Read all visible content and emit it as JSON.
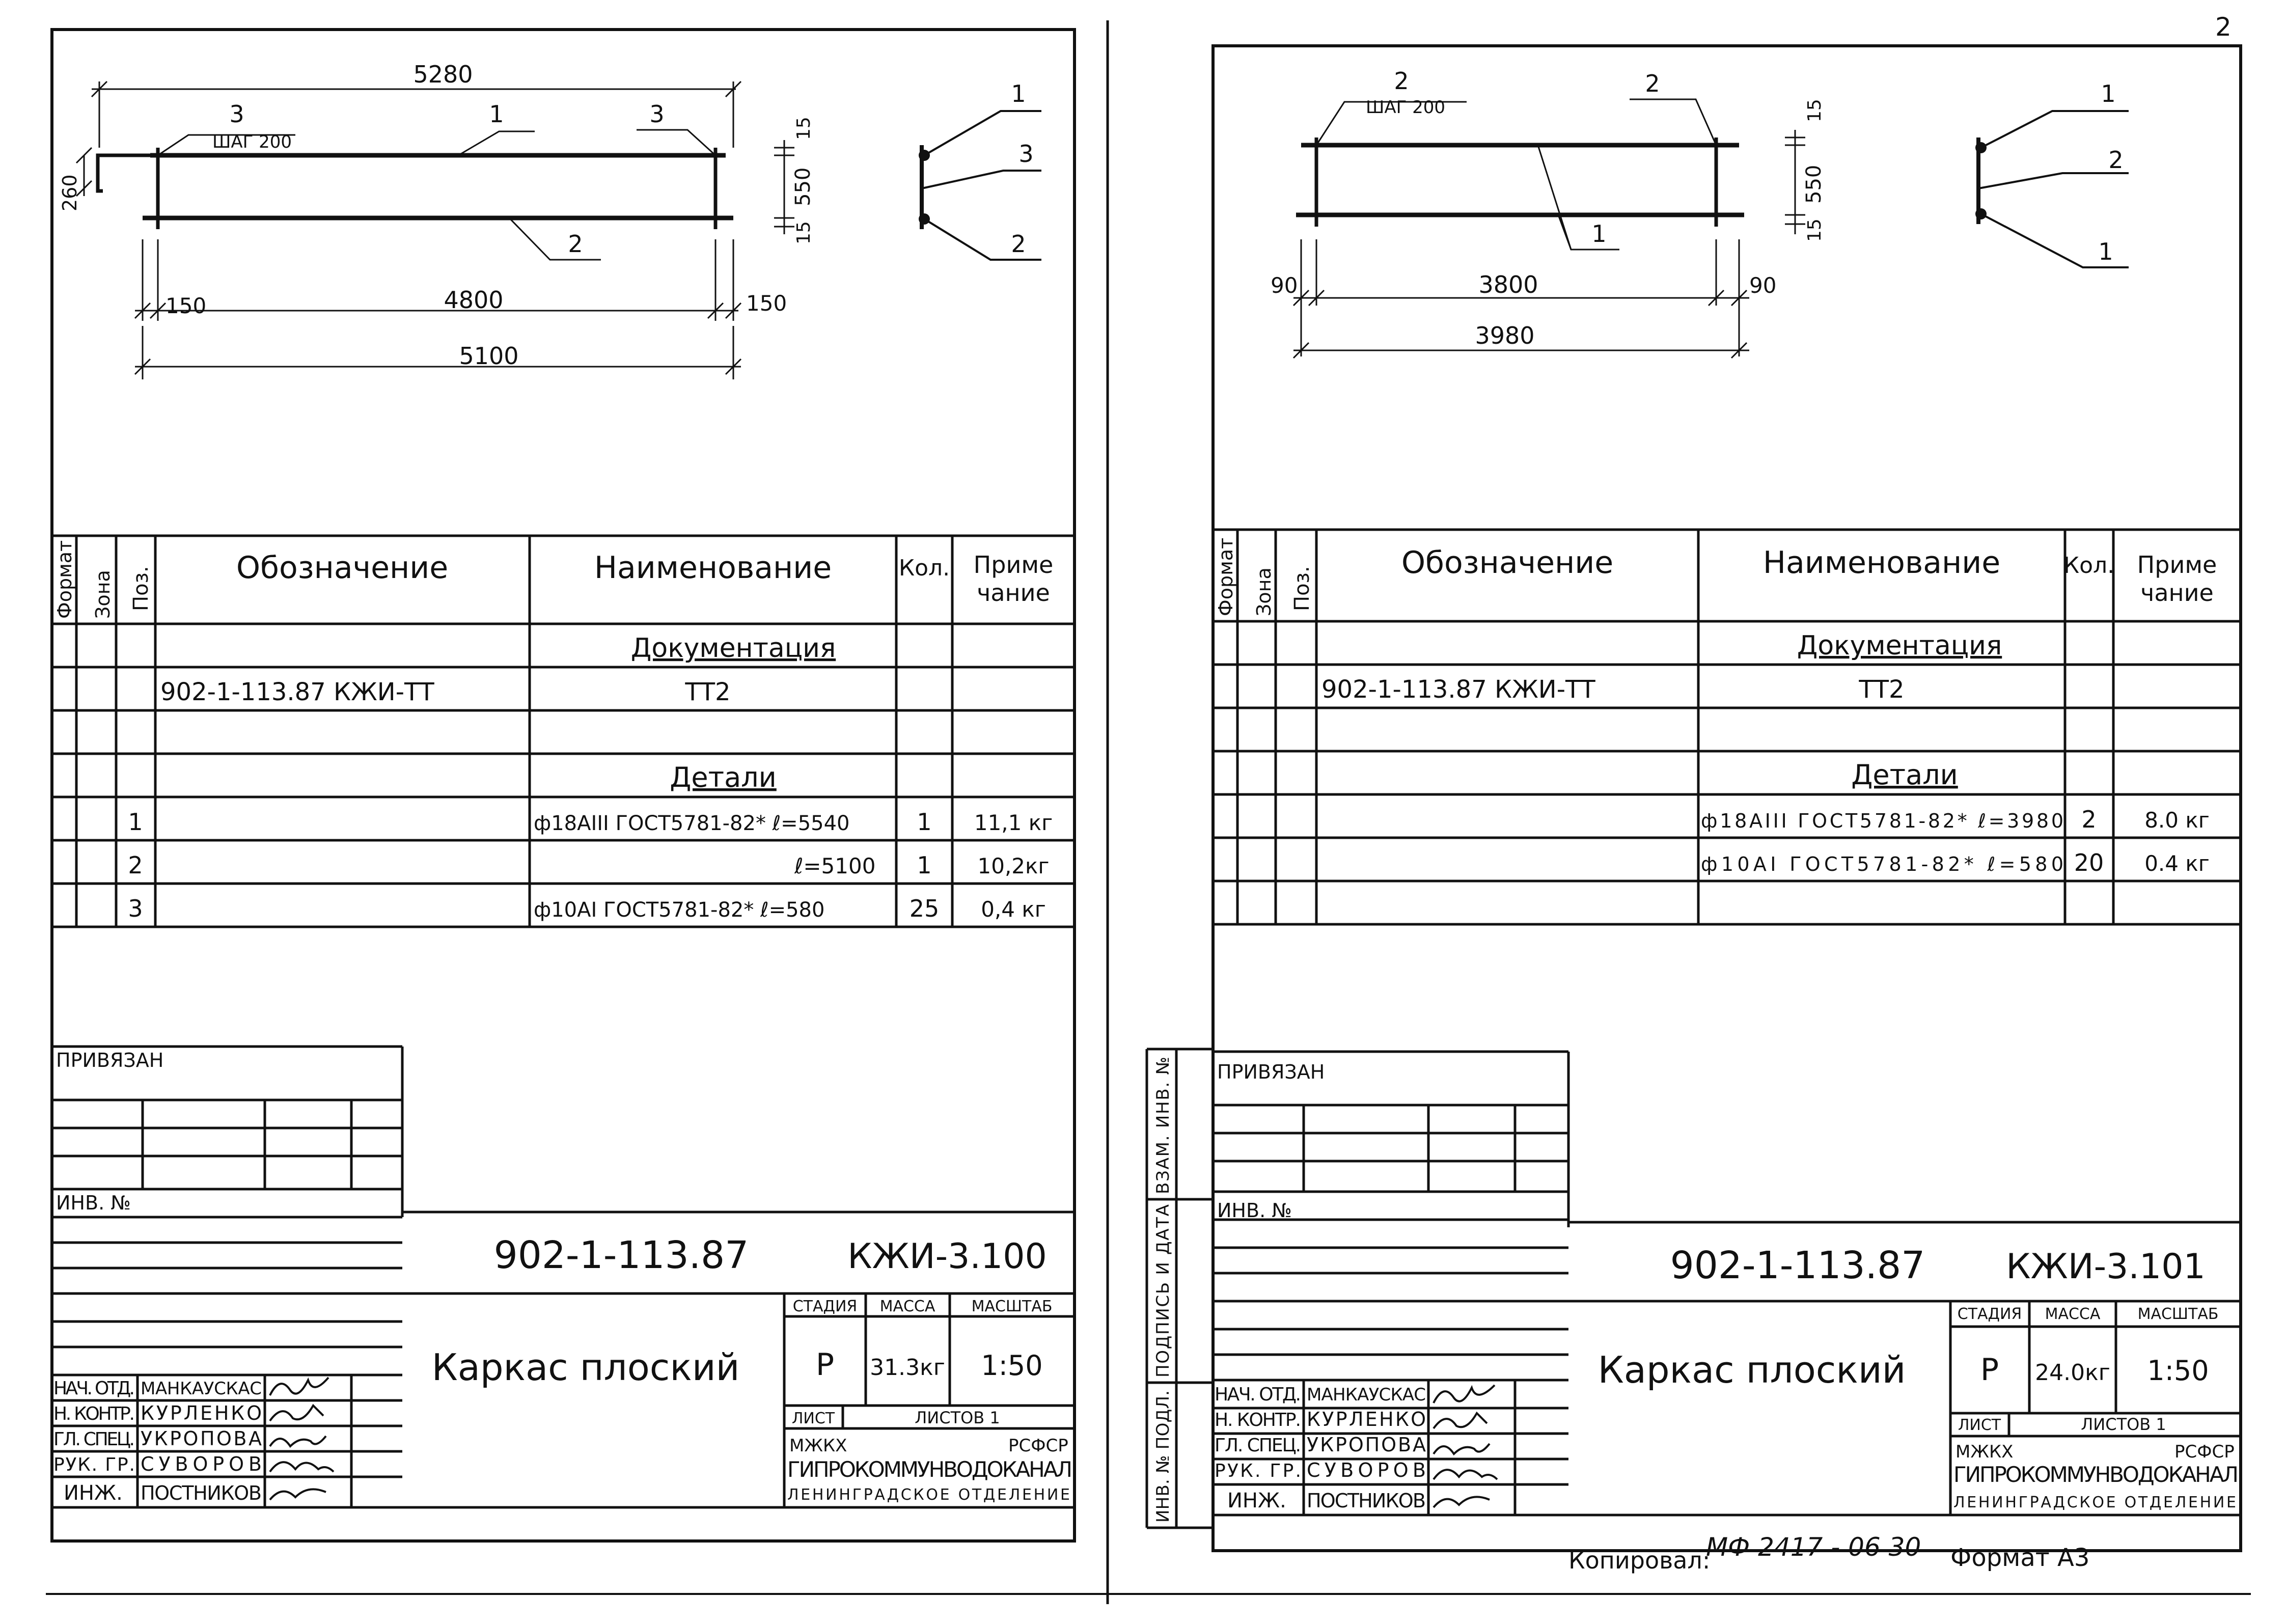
{
  "left": {
    "drawing": {
      "dim_top": "5280",
      "callout_3a": "3",
      "step": "ШАГ 200",
      "callout_1": "1",
      "callout_3b": "3",
      "callout_2": "2",
      "dim_260": "260",
      "dim_15a": "15",
      "dim_550": "550",
      "dim_15b": "15",
      "dim_150a": "150",
      "dim_4800": "4800",
      "dim_150b": "150",
      "dim_5100": "5100",
      "sec_1": "1",
      "sec_3": "3",
      "sec_2": "2"
    },
    "spec": {
      "headers": {
        "form": "Формат",
        "zone": "Зона",
        "pos": "Поз.",
        "designation": "Обозначение",
        "name": "Наименование",
        "qty": "Кол.",
        "note_1": "Приме",
        "note_2": "чание"
      },
      "rows": [
        {
          "pos": "",
          "designation": "",
          "name": "Документация",
          "qty": "",
          "note": ""
        },
        {
          "pos": "",
          "designation": "902-1-113.87 КЖИ-ТТ",
          "name": "ТТ2",
          "qty": "",
          "note": ""
        },
        {
          "pos": "",
          "designation": "",
          "name": "",
          "qty": "",
          "note": ""
        },
        {
          "pos": "",
          "designation": "",
          "name": "Детали",
          "qty": "",
          "note": ""
        },
        {
          "pos": "1",
          "designation": "",
          "name": "ф18АIII ГОСТ5781-82* ℓ=5540",
          "qty": "1",
          "note": "11,1 кг"
        },
        {
          "pos": "2",
          "designation": "",
          "name": "ℓ=5100",
          "qty": "1",
          "note": "10,2кг"
        },
        {
          "pos": "3",
          "designation": "",
          "name": "ф10АI ГОСТ5781-82* ℓ=580",
          "qty": "25",
          "note": "0,4 кг"
        }
      ]
    },
    "stamp": {
      "privyazan": "ПРИВЯЗАН",
      "inv_no": "ИНВ. №",
      "code": "902-1-113.87",
      "sheet_code": "КЖИ-3.100",
      "title": "Каркас плоский",
      "stage_h": "СТАДИЯ",
      "mass_h": "МАССА",
      "scale_h": "МАСШТАБ",
      "stage": "Р",
      "mass": "31.3кг",
      "scale": "1:50",
      "list_h": "ЛИСТ",
      "lists_h": "ЛИСТОВ 1",
      "org1": "МЖКХ",
      "org1b": "РСФСР",
      "org2": "ГИПРОКОММУНВОДОКАНАЛ",
      "org3": "ЛЕНИНГРАДСКОЕ ОТДЕЛЕНИЕ",
      "roles": [
        "НАЧ. ОТД.",
        "Н. КОНТР.",
        "ГЛ. СПЕЦ.",
        "РУК. ГР.",
        "ИНЖ."
      ],
      "names": [
        "МАНКАУСКАС",
        "КУРЛЕНКО",
        "УКРОПОВА",
        "СУВОРОВ",
        "ПОСТНИКОВ"
      ]
    }
  },
  "right": {
    "corner_mark": "2",
    "drawing": {
      "callout_2a": "2",
      "step": "ШАГ 200",
      "callout_2b": "2",
      "dim_15a": "15",
      "dim_550": "550",
      "dim_15b": "15",
      "callout_1": "1",
      "dim_90a": "90",
      "dim_3800": "3800",
      "dim_90b": "90",
      "dim_3980": "3980",
      "sec_1a": "1",
      "sec_2": "2",
      "sec_1b": "1"
    },
    "spec": {
      "headers": {
        "form": "Формат",
        "zone": "Зона",
        "pos": "Поз.",
        "designation": "Обозначение",
        "name": "Наименование",
        "qty": "Кол.",
        "note_1": "Приме",
        "note_2": "чание"
      },
      "rows": [
        {
          "pos": "",
          "designation": "",
          "name": "Документация",
          "qty": "",
          "note": ""
        },
        {
          "pos": "",
          "designation": "902-1-113.87 КЖИ-ТТ",
          "name": "ТТ2",
          "qty": "",
          "note": ""
        },
        {
          "pos": "",
          "designation": "",
          "name": "",
          "qty": "",
          "note": ""
        },
        {
          "pos": "",
          "designation": "",
          "name": "Детали",
          "qty": "",
          "note": ""
        },
        {
          "pos": "",
          "designation": "",
          "name": "ф18АIII ГОСТ5781-82* ℓ=3980",
          "qty": "2",
          "note": "8.0 кг"
        },
        {
          "pos": "",
          "designation": "",
          "name": "ф10АI ГОСТ5781-82* ℓ=580",
          "qty": "20",
          "note": "0.4 кг"
        },
        {
          "pos": "",
          "designation": "",
          "name": "",
          "qty": "",
          "note": ""
        }
      ]
    },
    "side_labels": [
      "ВЗАМ. ИНВ. №",
      "ПОДПИСЬ И ДАТА",
      "ИНВ. № ПОДЛ."
    ],
    "stamp": {
      "privyazan": "ПРИВЯЗАН",
      "inv_no": "ИНВ. №",
      "code": "902-1-113.87",
      "sheet_code": "КЖИ-3.101",
      "title": "Каркас плоский",
      "stage_h": "СТАДИЯ",
      "mass_h": "МАССА",
      "scale_h": "МАСШТАБ",
      "stage": "Р",
      "mass": "24.0кг",
      "scale": "1:50",
      "list_h": "ЛИСТ",
      "lists_h": "ЛИСТОВ 1",
      "org1": "МЖКХ",
      "org1b": "РСФСР",
      "org2": "ГИПРОКОММУНВОДОКАНАЛ",
      "org3": "ЛЕНИНГРАДСКОЕ ОТДЕЛЕНИЕ",
      "roles": [
        "НАЧ. ОТД.",
        "Н. КОНТР.",
        "ГЛ. СПЕЦ.",
        "РУК. ГР.",
        "ИНЖ."
      ],
      "names": [
        "МАНКАУСКАС",
        "КУРЛЕНКО",
        "УКРОПОВА",
        "СУВОРОВ",
        "ПОСТНИКОВ"
      ]
    },
    "footer": {
      "copied": "Копировал:",
      "copy_no": "МФ 2417 - 06 30",
      "format": "Формат А3"
    }
  }
}
